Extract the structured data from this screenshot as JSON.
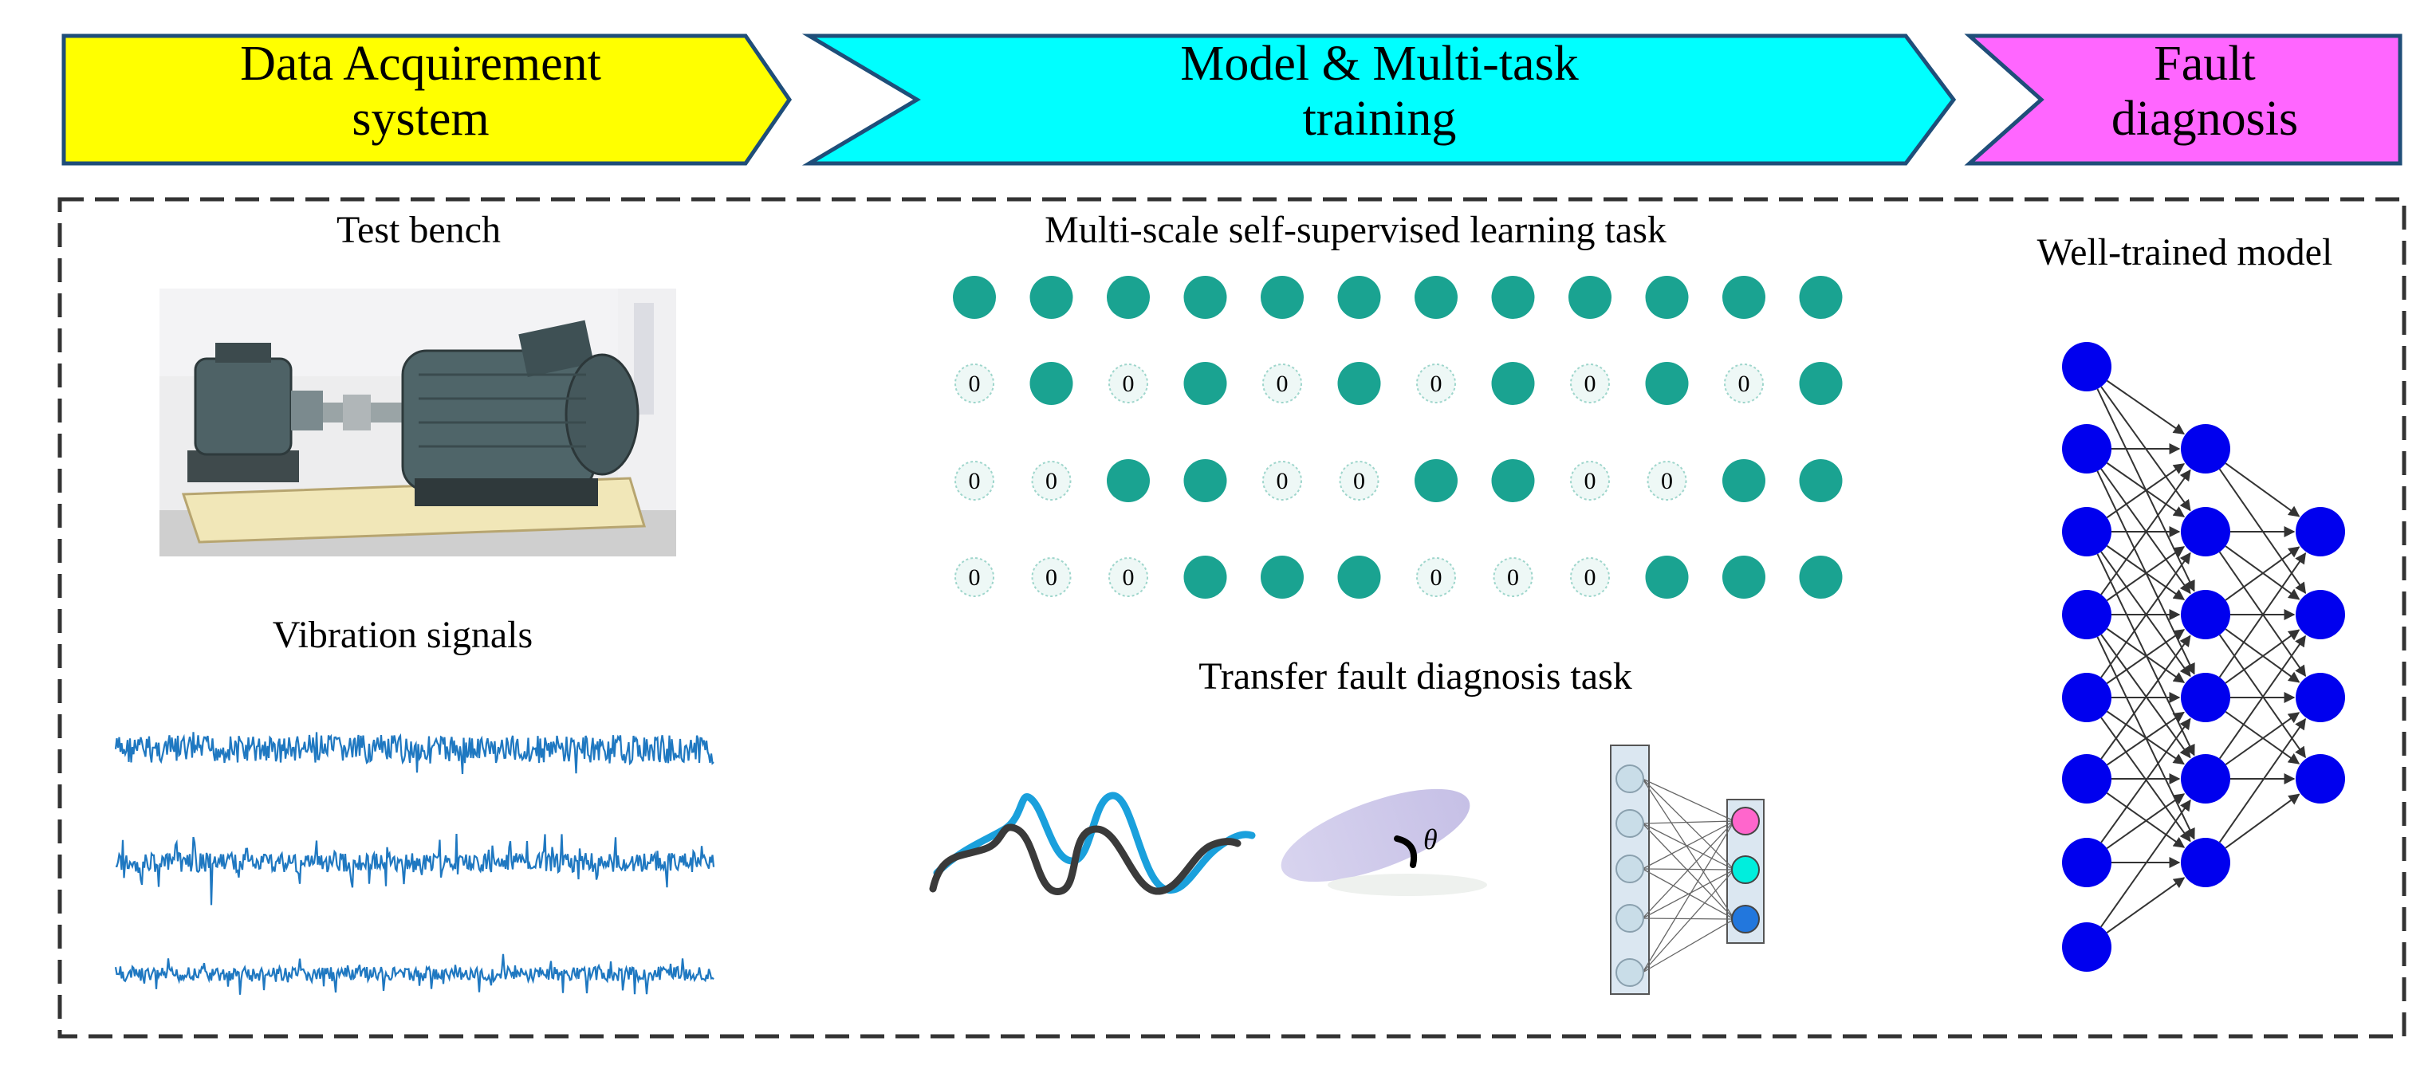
{
  "stages": [
    {
      "title_line1": "Data Acquirement",
      "title_line2": "system",
      "color": "#ffff00"
    },
    {
      "title_line1": "Model & Multi-task",
      "title_line2": "training",
      "color": "#00ffff"
    },
    {
      "title_line1": "Fault",
      "title_line2": "diagnosis",
      "color": "#ff66ff"
    }
  ],
  "acquisition": {
    "test_bench_label": "Test bench",
    "vibration_label": "Vibration signals",
    "signal_color": "#1f78c1"
  },
  "training": {
    "ssl_task_label": "Multi-scale self-supervised learning task",
    "mask_token": "0",
    "token_color": "#1aa391",
    "mask_rows": [
      [
        0,
        0,
        0,
        0,
        0,
        0,
        0,
        0,
        0,
        0,
        0,
        0
      ],
      [
        1,
        0,
        1,
        0,
        1,
        0,
        1,
        0,
        1,
        0,
        1,
        0
      ],
      [
        1,
        1,
        0,
        0,
        1,
        1,
        0,
        0,
        1,
        1,
        0,
        0
      ],
      [
        1,
        1,
        1,
        0,
        0,
        0,
        1,
        1,
        1,
        0,
        0,
        0
      ]
    ],
    "transfer_task_label": "Transfer fault diagnosis task",
    "angle_symbol": "θ",
    "output_node_colors": [
      "#ff66cc",
      "#00eedd",
      "#2277dd"
    ]
  },
  "diagnosis": {
    "model_label": "Well-trained model",
    "node_color": "#0000ee"
  }
}
